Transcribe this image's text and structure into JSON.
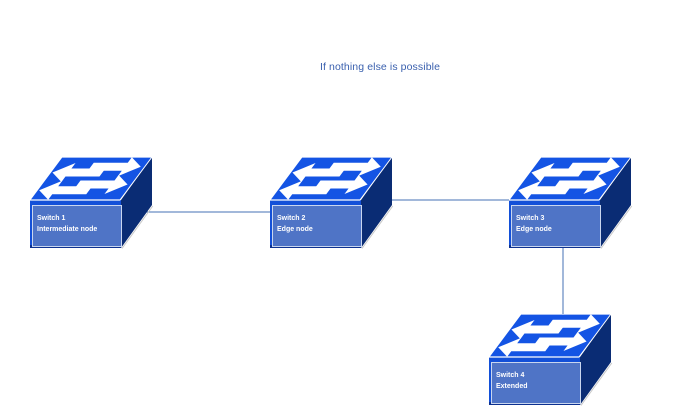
{
  "title": {
    "text": "If nothing else is possible"
  },
  "diagram": {
    "nodes": [
      {
        "name": "Switch 1",
        "role": "Intermediate node"
      },
      {
        "name": "Switch 2",
        "role": "Edge node"
      },
      {
        "name": "Switch 3",
        "role": "Edge node"
      },
      {
        "name": "Switch 4",
        "role": "Extended"
      }
    ],
    "connections": [
      {
        "from": "Switch 1",
        "to": "Switch 2"
      },
      {
        "from": "Switch 2",
        "to": "Switch 3"
      },
      {
        "from": "Switch 3",
        "to": "Switch 4"
      }
    ]
  },
  "colors": {
    "title_text": "#3a60ae",
    "switch_top_face": "#1454e4",
    "switch_front_face": "#1350d8",
    "switch_bottom_edge": "#0d3190",
    "switch_side_face": "#0a2c74",
    "label_background": "#4f74c6",
    "label_border": "#c9d6ef",
    "label_text": "#ffffff",
    "connector_line": "#4472b4",
    "arrow_glyph": "#ffffff"
  }
}
